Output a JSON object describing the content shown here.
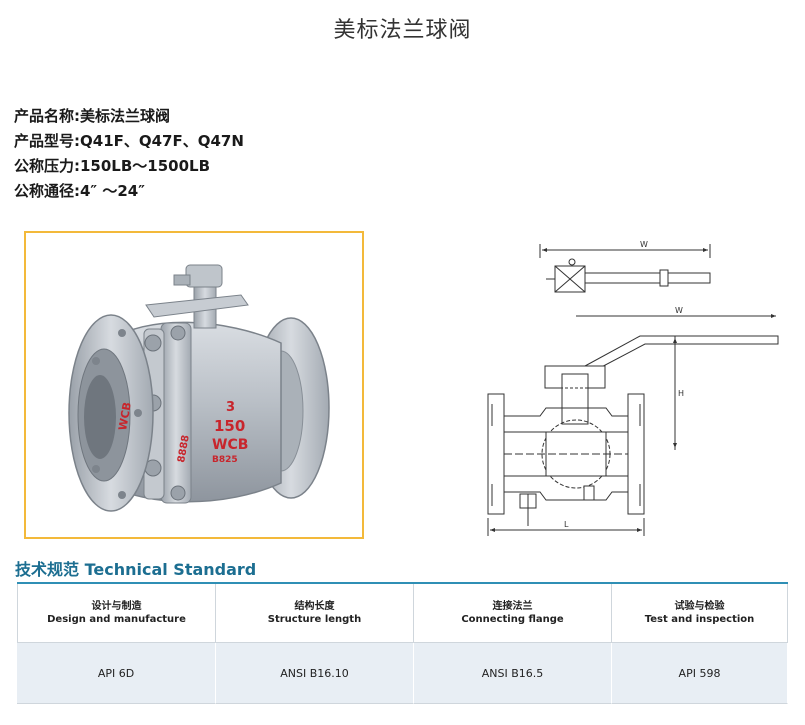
{
  "page": {
    "title": "美标法兰球阀"
  },
  "specs": [
    {
      "label": "产品名称:",
      "value": "美标法兰球阀"
    },
    {
      "label": "产品型号:",
      "value": "Q41F、Q47F、Q47N"
    },
    {
      "label": "公称压力:",
      "value": "150LB～1500LB"
    },
    {
      "label": "公称通径:",
      "value": "4″ ～24″"
    }
  ],
  "photo": {
    "body_marks": [
      "WCB",
      "3",
      "150",
      "WCB",
      "B825",
      "8888"
    ]
  },
  "drawing": {
    "dimension_labels": {
      "w_top": "W",
      "w_side": "W",
      "h": "H",
      "l": "L"
    }
  },
  "technical_standard": {
    "title": "技术规范 Technical Standard",
    "columns": [
      {
        "zh": "设计与制造",
        "en": "Design and manufacture",
        "value": "API 6D"
      },
      {
        "zh": "结构长度",
        "en": "Structure length",
        "value": "ANSI B16.10"
      },
      {
        "zh": "连接法兰",
        "en": "Connecting flange",
        "value": "ANSI B16.5"
      },
      {
        "zh": "试验与检验",
        "en": "Test and inspection",
        "value": "API 598"
      }
    ]
  },
  "colors": {
    "accent_blue": "#1c6e91",
    "table_rule": "#2f8fb5",
    "photo_border": "#f3b93a",
    "row_fill": "#e8eef4",
    "marking_red": "#c8252c"
  }
}
